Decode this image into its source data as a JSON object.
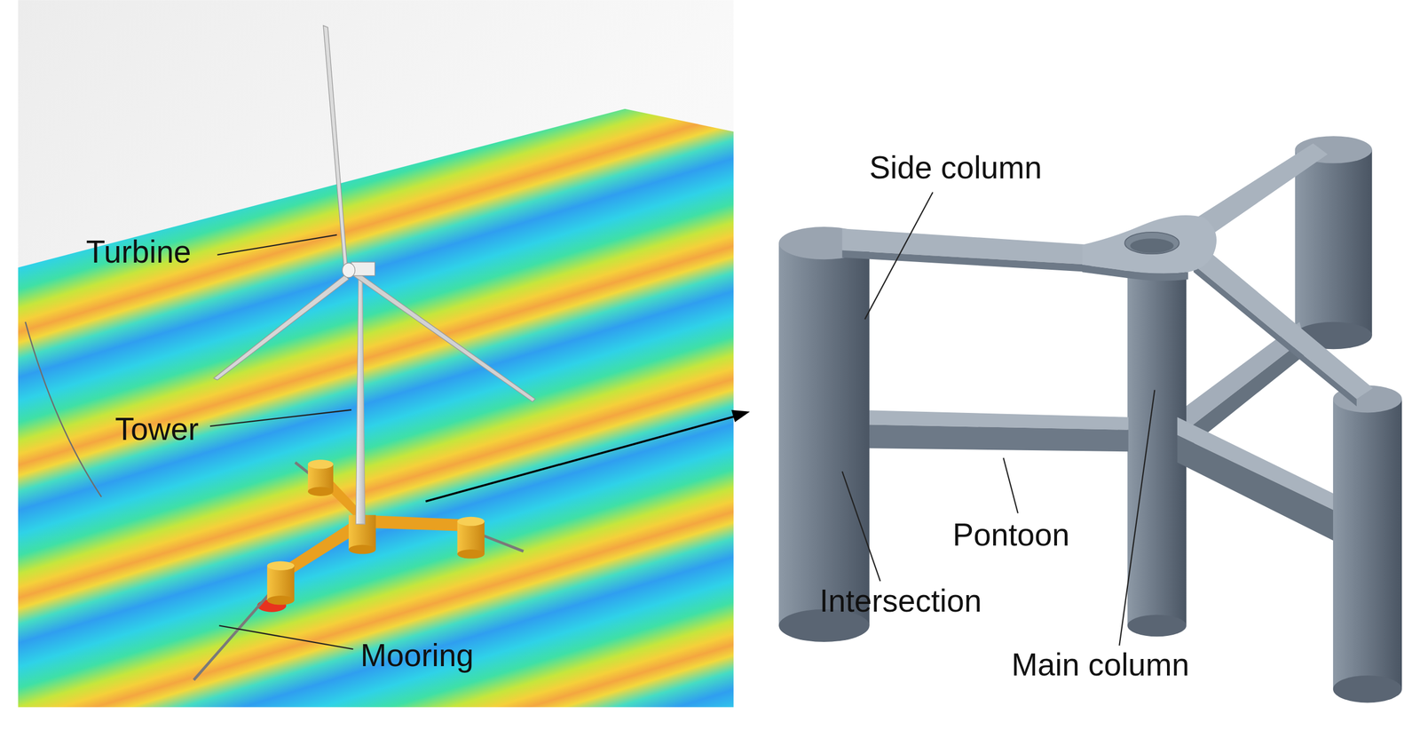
{
  "diagram": {
    "labels": [
      "Turbine",
      "Tower",
      "Mooring",
      "Side column",
      "Pontoon",
      "Intersection",
      "Main column"
    ]
  }
}
